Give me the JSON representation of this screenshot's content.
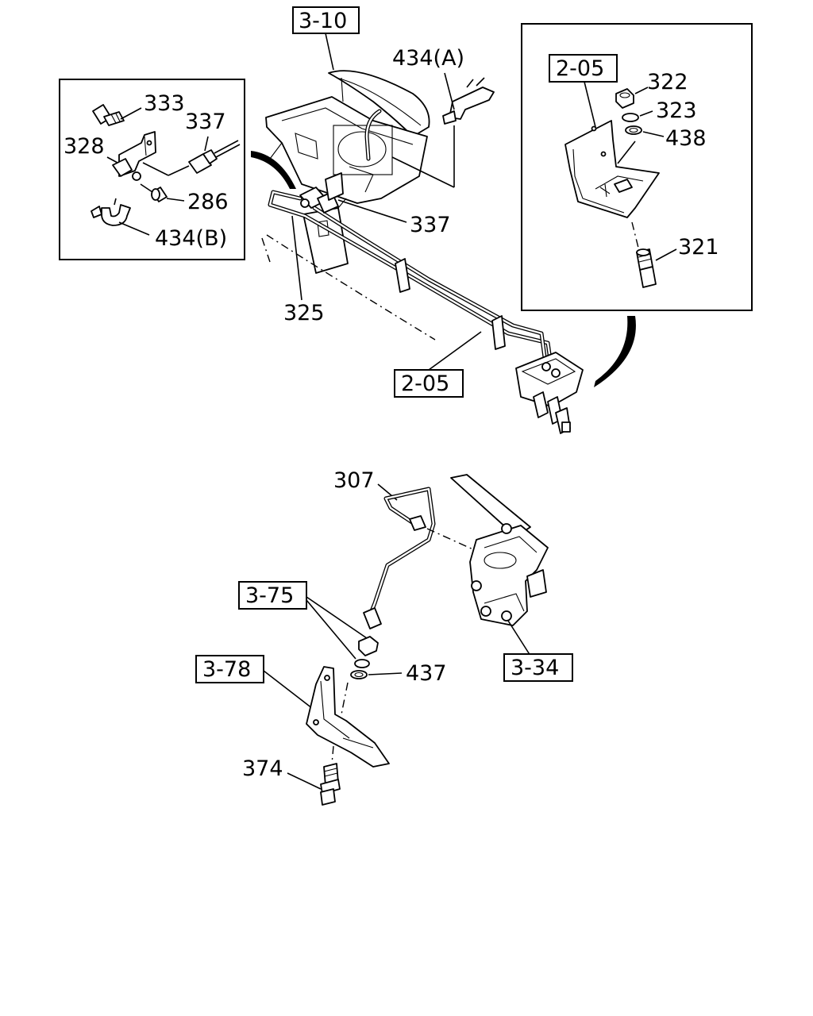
{
  "callouts": {
    "ref_3_10": "3-10",
    "ref_2_05_inset": "2-05",
    "ref_2_05_main": "2-05",
    "ref_3_75": "3-75",
    "ref_3_78": "3-78",
    "ref_3_34": "3-34"
  },
  "parts": {
    "p333": "333",
    "p337_inset": "337",
    "p328": "328",
    "p286": "286",
    "p434b": "434(B)",
    "p434a": "434(A)",
    "p337_main": "337",
    "p325": "325",
    "p322": "322",
    "p323": "323",
    "p438": "438",
    "p321": "321",
    "p307": "307",
    "p437": "437",
    "p374": "374"
  }
}
